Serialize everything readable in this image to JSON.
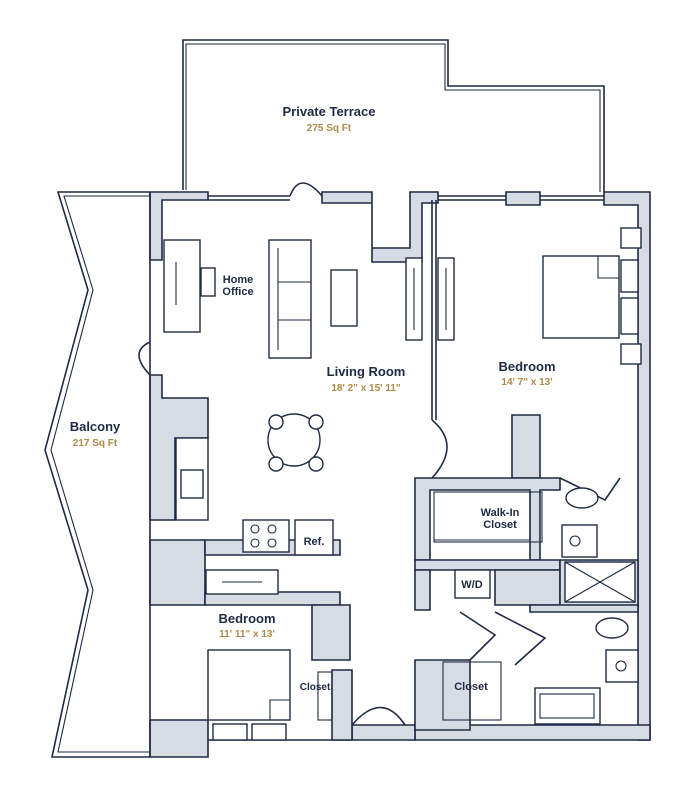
{
  "rooms": {
    "terrace": {
      "name": "Private Terrace",
      "area": "275 Sq Ft"
    },
    "balcony": {
      "name": "Balcony",
      "area": "217 Sq Ft"
    },
    "home_office": {
      "line1": "Home",
      "line2": "Office"
    },
    "living": {
      "name": "Living Room",
      "dims": "18' 2\" x 15' 11\""
    },
    "bedroom_main": {
      "name": "Bedroom",
      "dims": "14' 7\" x 13'"
    },
    "walk_in": {
      "line1": "Walk-In",
      "line2": "Closet"
    },
    "wd": {
      "name": "W/D"
    },
    "ref": {
      "name": "Ref."
    },
    "bedroom_second": {
      "name": "Bedroom",
      "dims": "11' 11\" x 13'"
    },
    "closet_small": {
      "name": "Closet"
    },
    "closet_hall": {
      "name": "Closet"
    }
  },
  "colors": {
    "wall_fill": "#d7dbe3",
    "line": "#1f2a44",
    "accent": "#b08a4a"
  }
}
